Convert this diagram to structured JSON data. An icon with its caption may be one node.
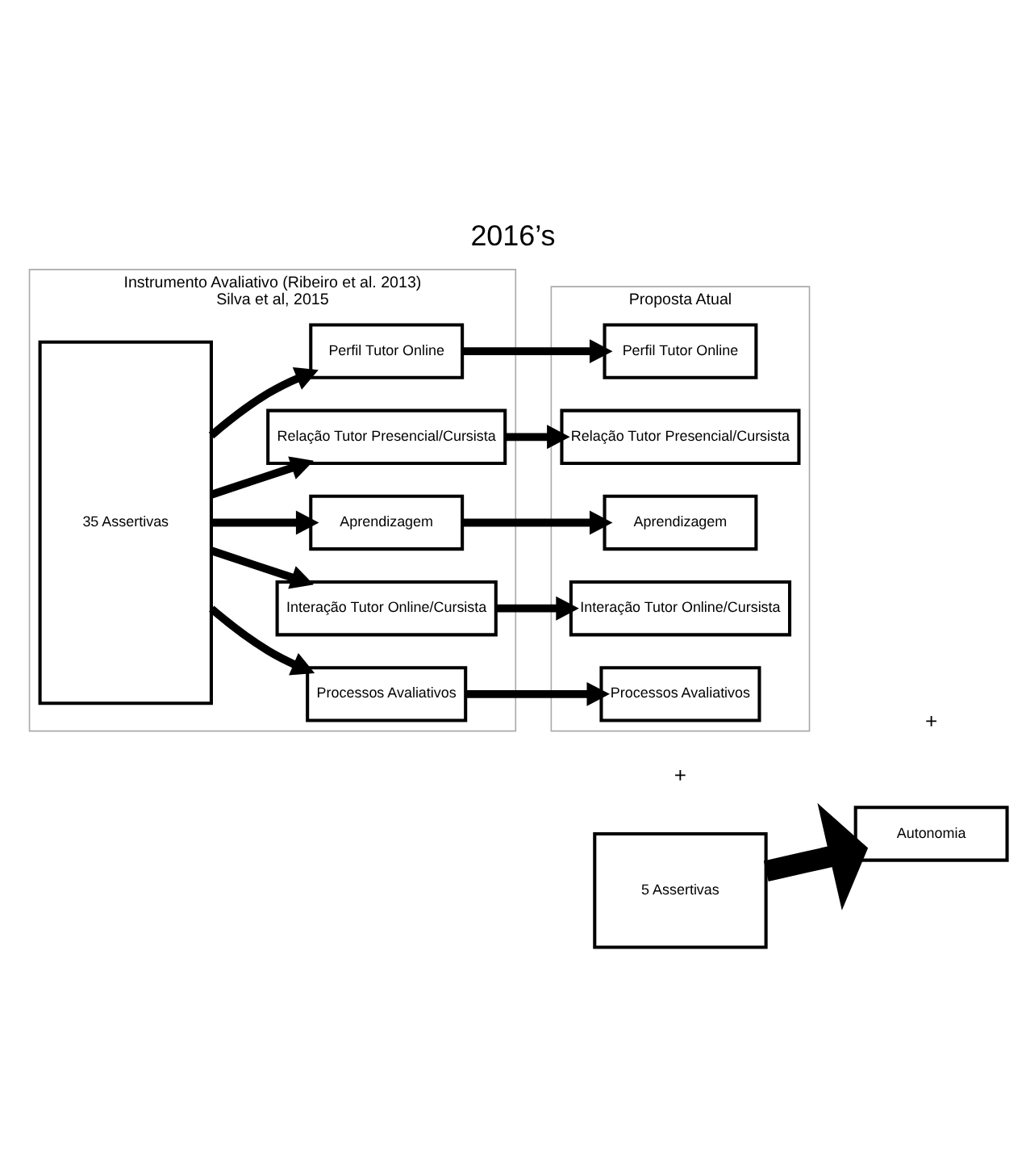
{
  "diagram": {
    "title": "2016’s",
    "nodes": [
      {
        "text": [
          "Instrumento Avaliativo (Ribeiro et al. 2013)",
          "Silva et al, 2015"
        ]
      },
      {
        "text": [
          "35 Assertivas"
        ],
        "in": 0
      },
      {
        "text": [
          "Perfil Tutor Online"
        ],
        "in": 0
      },
      {
        "text": [
          "Interação Tutor Online/Cursista"
        ],
        "in": 0
      },
      {
        "text": [
          "Aprendizagem"
        ],
        "in": 0
      },
      {
        "text": [
          "Relação Tutor Presencial/Cursista"
        ],
        "in": 0
      },
      {
        "text": [
          "Processos Avaliativos"
        ],
        "in": 0
      },
      {
        "text": [
          "Proposta Atual"
        ]
      },
      {
        "text": [
          "Perfil Tutor Online"
        ],
        "in": 7
      },
      {
        "text": [
          "Interação Tutor Online/Cursista"
        ],
        "in": 7
      },
      {
        "text": [
          "Aprendizagem"
        ],
        "in": 7
      },
      {
        "text": [
          "Relação Tutor Presencial/Cursista"
        ],
        "in": 7
      },
      {
        "text": [
          "Processos Avaliativos"
        ],
        "in": 7
      },
      {
        "text": [
          "5 Assertivas"
        ]
      },
      {
        "text": [
          "Autonomia"
        ]
      }
    ],
    "edges": [
      {
        "from": 1,
        "to": 2,
        "arrow": "to"
      },
      {
        "from": 1,
        "to": 3,
        "arrow": "to"
      },
      {
        "from": 1,
        "to": 4,
        "arrow": "to"
      },
      {
        "from": 1,
        "to": 5,
        "arrow": "to"
      },
      {
        "from": 1,
        "to": 6,
        "arrow": "to"
      },
      {
        "from": 2,
        "to": 8,
        "arrow": "to"
      },
      {
        "from": 3,
        "to": 9,
        "arrow": "to"
      },
      {
        "from": 4,
        "to": 10,
        "arrow": "to"
      },
      {
        "from": 5,
        "to": 11,
        "arrow": "to"
      },
      {
        "from": 6,
        "to": 12,
        "arrow": "to"
      },
      {
        "from": 13,
        "to": 14,
        "arrow": "to",
        "style": "thick"
      }
    ],
    "labels": [
      "+",
      "+"
    ]
  }
}
